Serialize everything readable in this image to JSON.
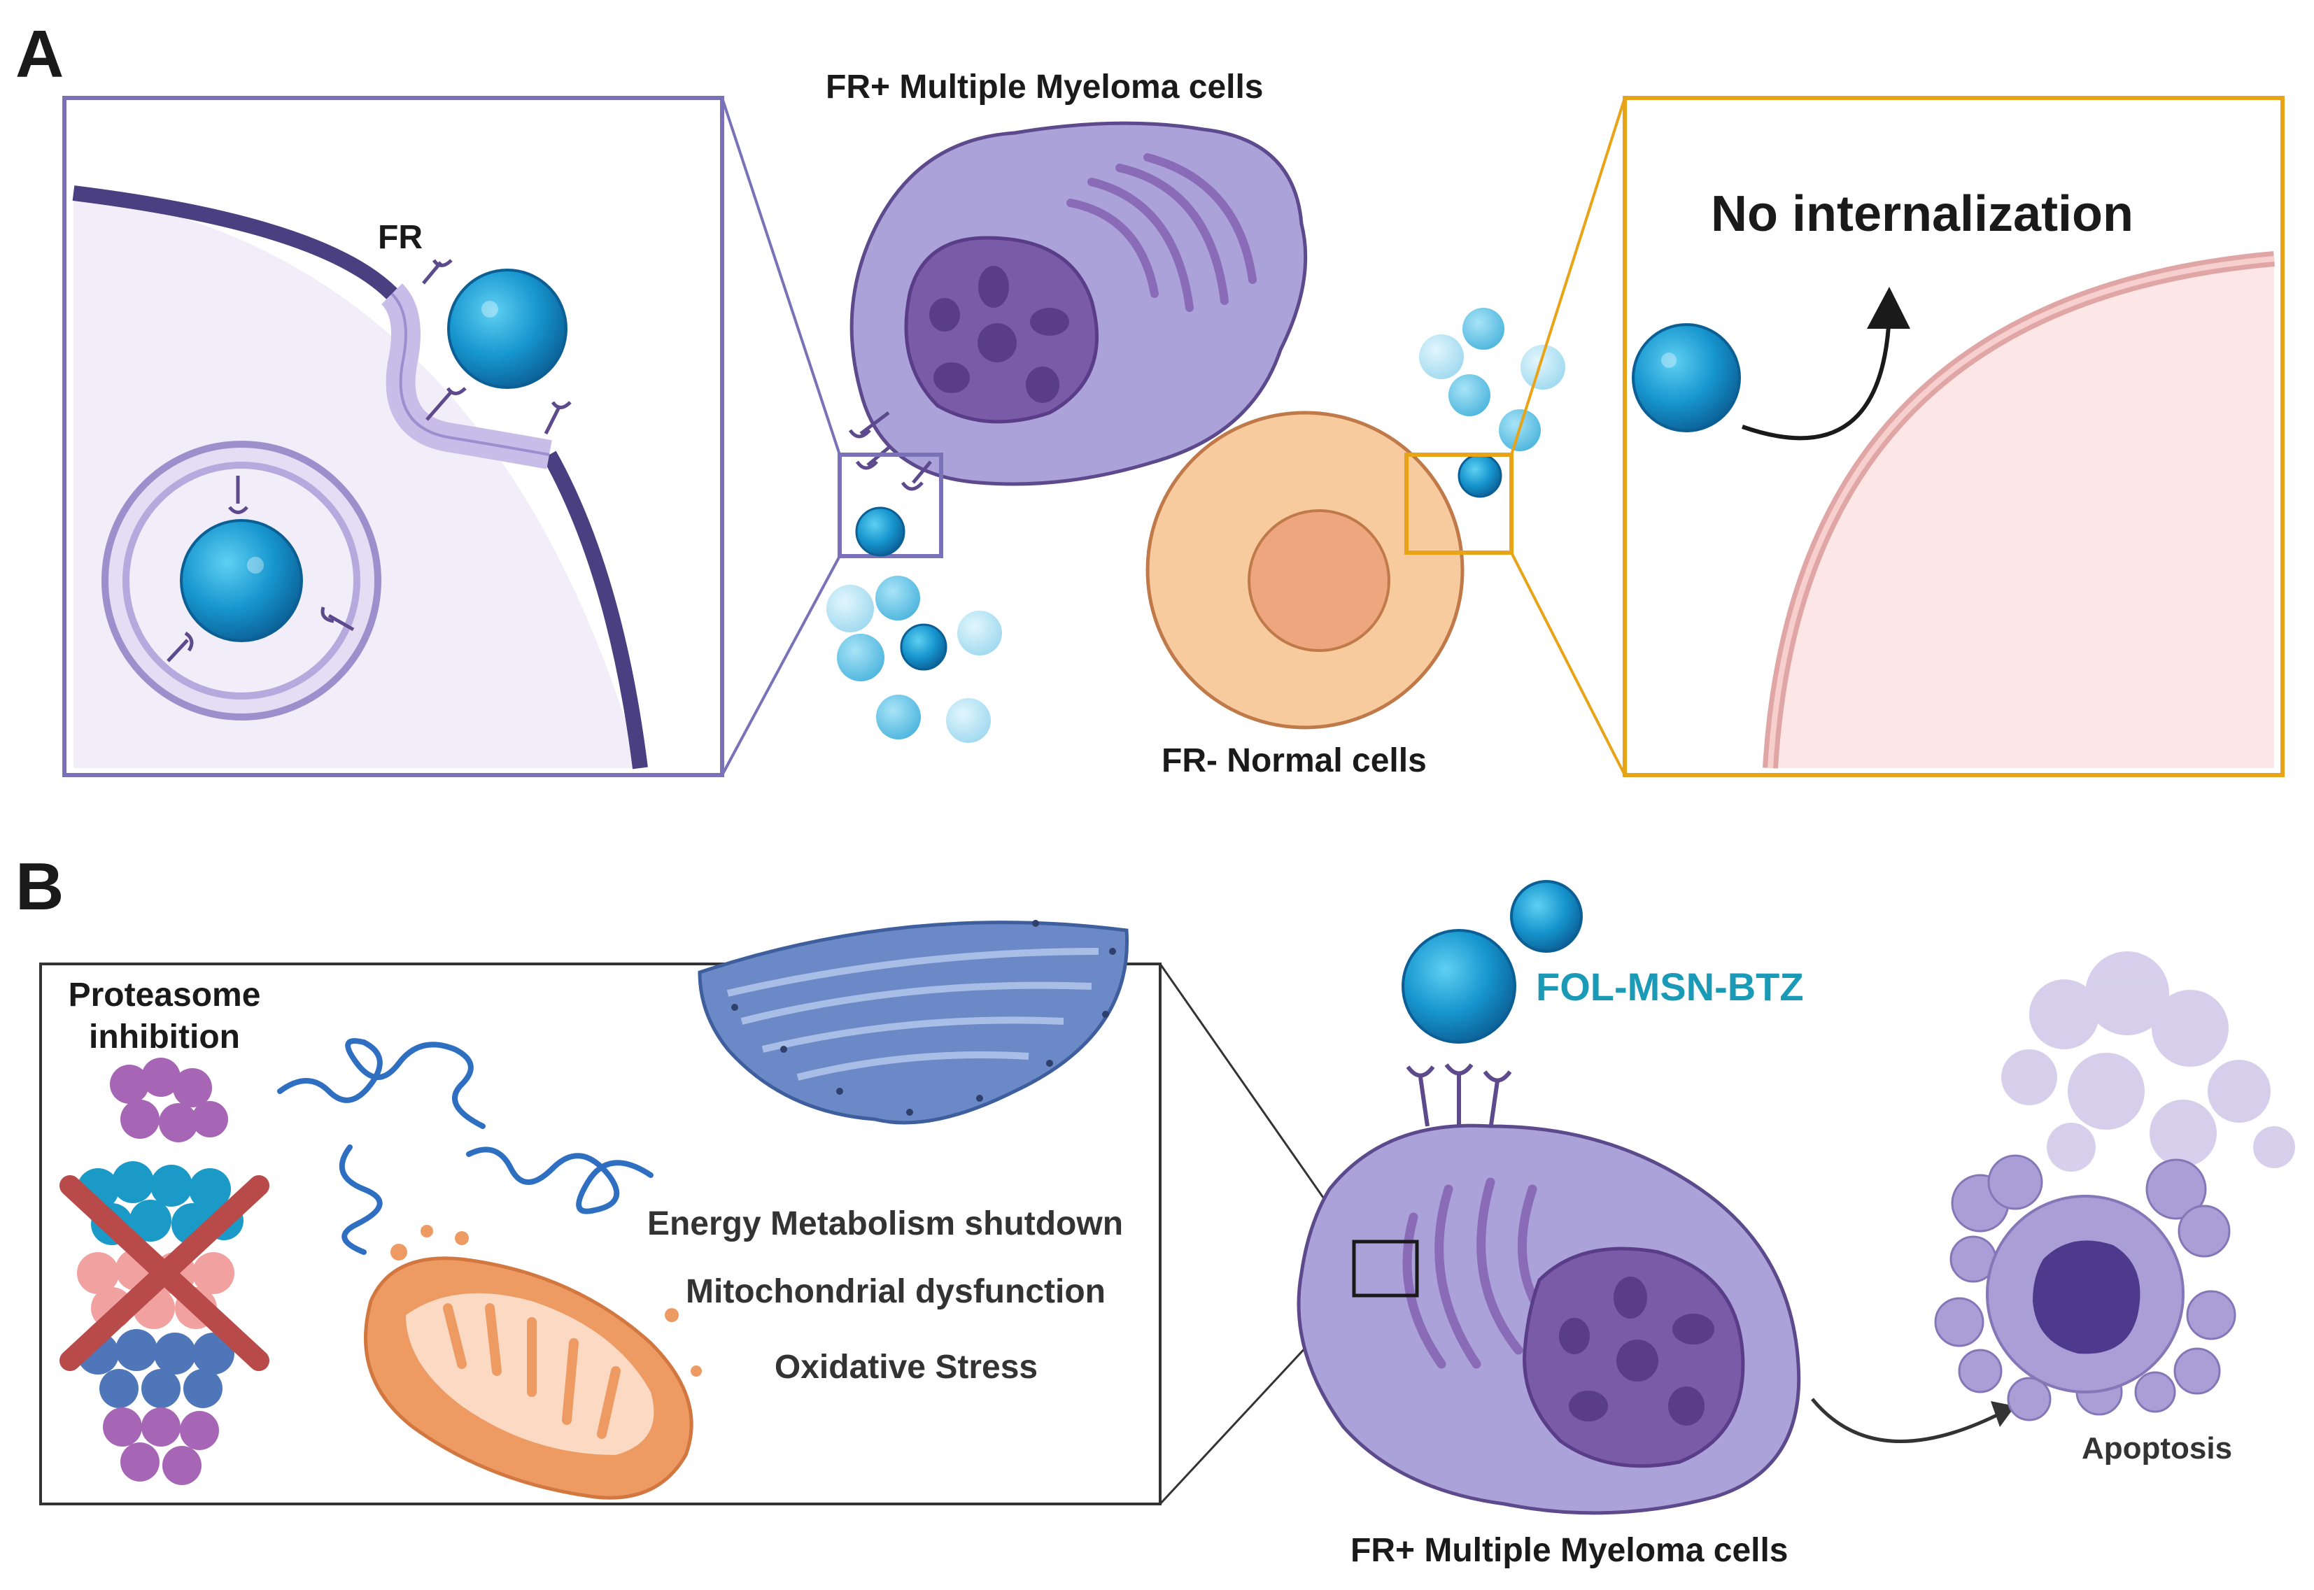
{
  "panel_a": {
    "letter": "A",
    "fr_label": "FR",
    "myeloma_title": "FR+ Multiple Myeloma cells",
    "normal_title": "FR- Normal cells",
    "no_internalization": "No internalization"
  },
  "panel_b": {
    "letter": "B",
    "proteasome_line1": "Proteasome",
    "proteasome_line2": "inhibition",
    "effects": [
      "Energy Metabolism shutdown",
      "Mitochondrial dysfunction",
      "Oxidative Stress"
    ],
    "nanoparticle_label": "FOL-MSN-BTZ",
    "myeloma_title": "FR+ Multiple Myeloma cells",
    "apoptosis_label": "Apoptosis"
  },
  "colors": {
    "myeloma_zoom_border": "#7a72b8",
    "normal_zoom_border": "#e8a316",
    "nanoparticle": "#1a8fc4",
    "myeloma_cell": "#a99ed6",
    "normal_cell": "#f8c99b",
    "fol_msn_btz_text": "#1b9ab8"
  }
}
